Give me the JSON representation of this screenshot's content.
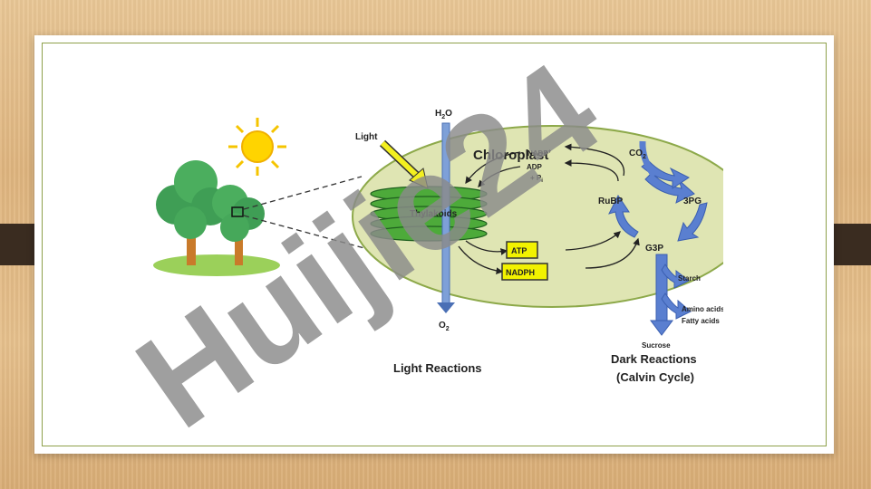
{
  "diagram": {
    "chloroplast_label": "Chloroplast",
    "light_label": "Light",
    "water_label": "H",
    "water_sub": "2",
    "water_tail": "O",
    "oxygen_label": "O",
    "oxygen_sub": "2",
    "co2_label": "CO",
    "co2_sub": "2",
    "thylakoids_label": "Thylakoids",
    "nadp_label": "NADP",
    "nadp_sup": "+",
    "adp_label": "ADP",
    "pi_label": "+ P",
    "pi_sub": "i",
    "atp_label": "ATP",
    "nadph_label": "NADPH",
    "rubp_label": "RuBP",
    "pg_label": "3PG",
    "g3p_label": "G3P",
    "starch_label": "Starch",
    "amino_label": "Amino acids",
    "fatty_label": "Fatty acids",
    "sucrose_label": "Sucrose",
    "light_reactions_label": "Light Reactions",
    "dark_reactions_label": "Dark Reactions",
    "calvin_label": "(Calvin Cycle)"
  },
  "watermark": "Huijie24",
  "colors": {
    "chloroplast_fill": "#dfe5b3",
    "thylakoid_fill": "#4daa3a",
    "blue_arrow": "#5a7fd0",
    "yellow_box": "#f2f200",
    "watermark_gray": "#8a8a8a",
    "watermark_purple": "#b9a6f0"
  }
}
